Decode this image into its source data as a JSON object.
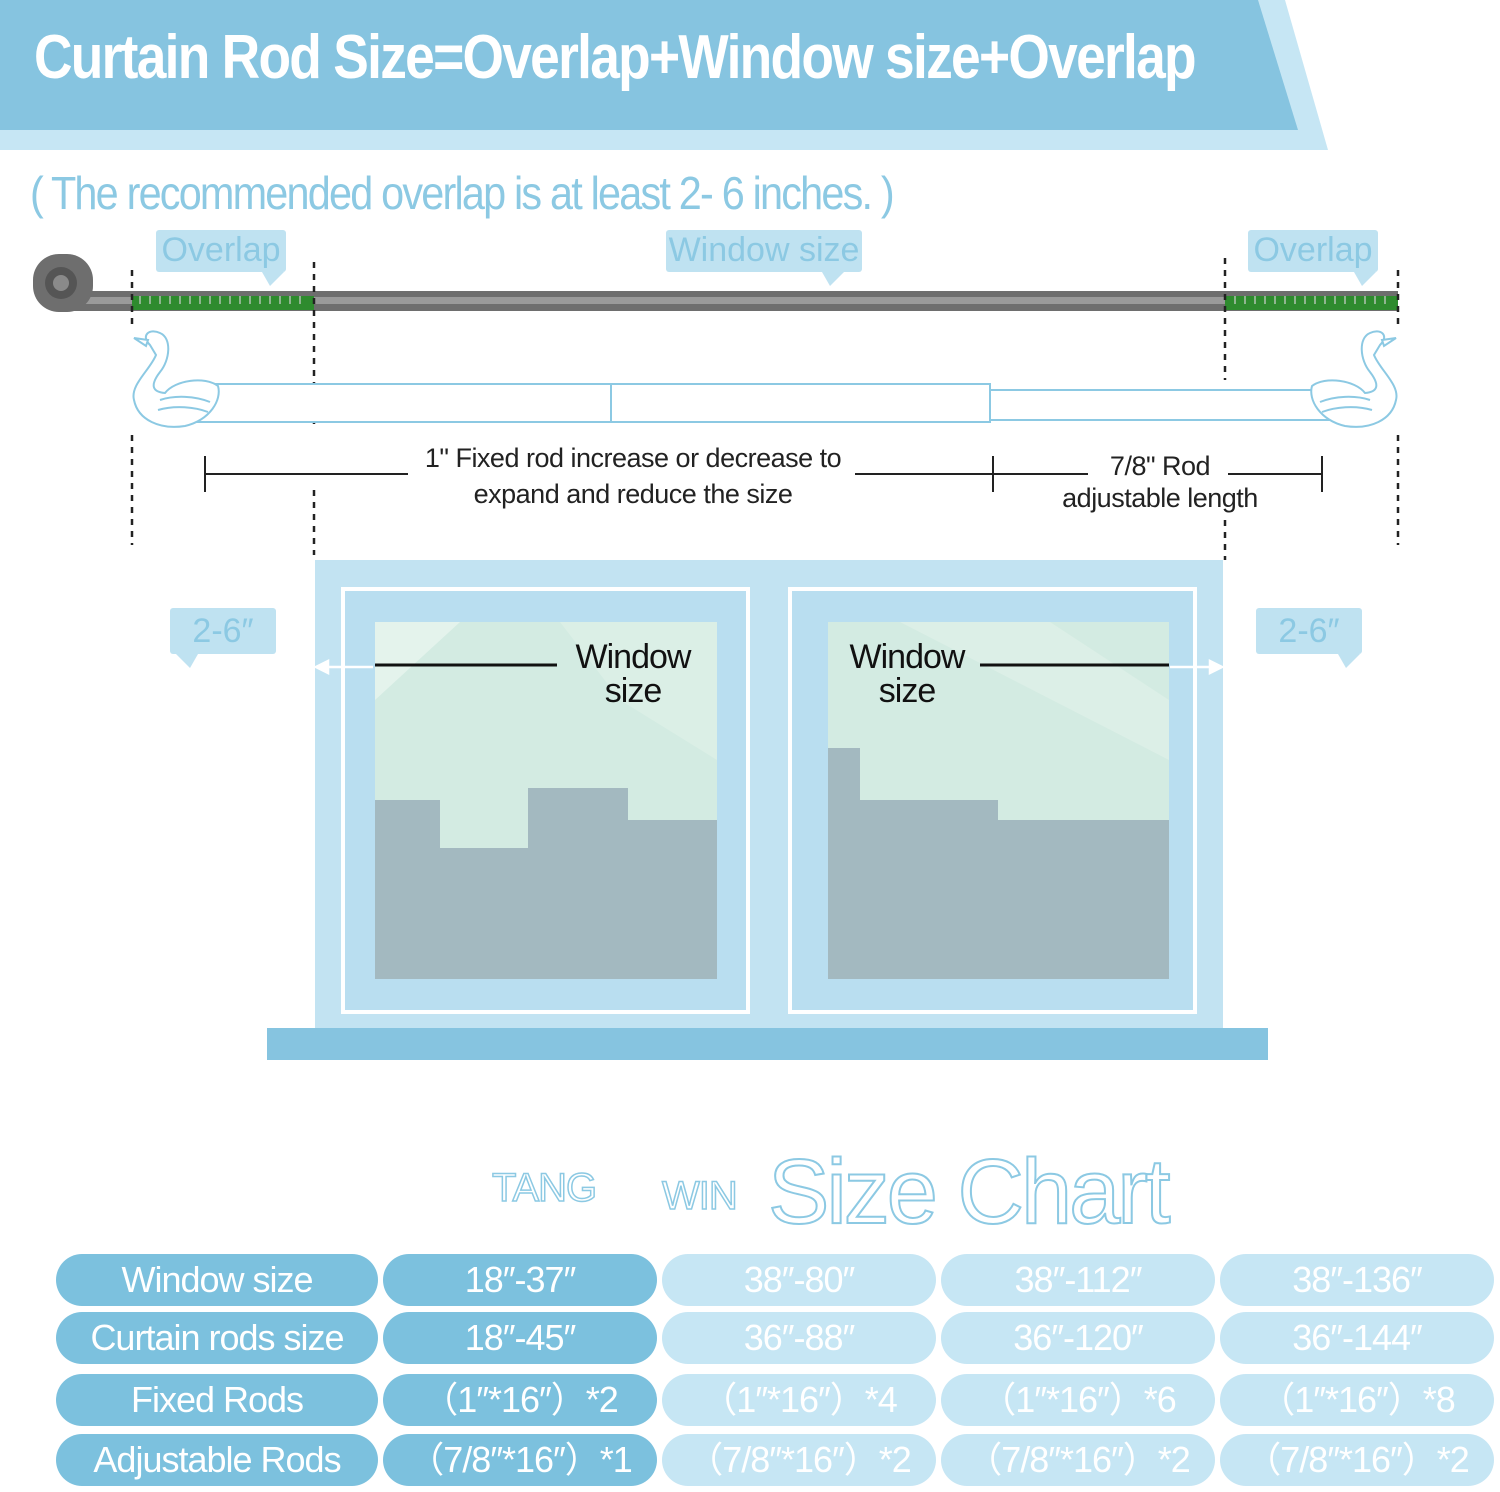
{
  "header": {
    "title": "Curtain Rod Size=Overlap+Window size+Overlap",
    "subtitle": "( The recommended overlap is at least 2- 6 inches. )"
  },
  "diagram": {
    "labels": {
      "overlap_left": "Overlap",
      "window_size": "Window size",
      "overlap_right": "Overlap",
      "fixed_rod_line1": "1\" Fixed rod  increase or decrease to",
      "fixed_rod_line2": "expand and reduce the size",
      "adjustable_line1": "7/8\"  Rod",
      "adjustable_line2": "adjustable length",
      "gap_left": "2-6″",
      "gap_right": "2-6″",
      "window_left_line1": "Window",
      "window_left_line2": "size",
      "window_right_line1": "Window",
      "window_right_line2": "size"
    },
    "colors": {
      "primary_blue": "#7cc1de",
      "light_blue": "#c6e6f4",
      "tape_grey": "#6e6e6e",
      "overlap_green": "#2e8b2e"
    }
  },
  "brand": {
    "logo_text_left": "TANG",
    "logo_text_right": "WIN",
    "chart_title": "Size Chart"
  },
  "size_chart": {
    "rows": [
      {
        "label": "Window size",
        "values": [
          "18″-37″",
          "38″-80″",
          "38″-112″",
          "38″-136″"
        ]
      },
      {
        "label": "Curtain rods size",
        "values": [
          "18″-45″",
          "36″-88″",
          "36″-120″",
          "36″-144″"
        ]
      },
      {
        "label": "Fixed Rods",
        "values": [
          "（1″*16″）*2",
          "（1″*16″）*4",
          "（1″*16″）*6",
          "（1″*16″）*8"
        ]
      },
      {
        "label": "Adjustable Rods",
        "values": [
          "（7/8″*16″）*1",
          "（7/8″*16″）*2",
          "（7/8″*16″）*2",
          "（7/8″*16″）*2"
        ]
      }
    ]
  }
}
